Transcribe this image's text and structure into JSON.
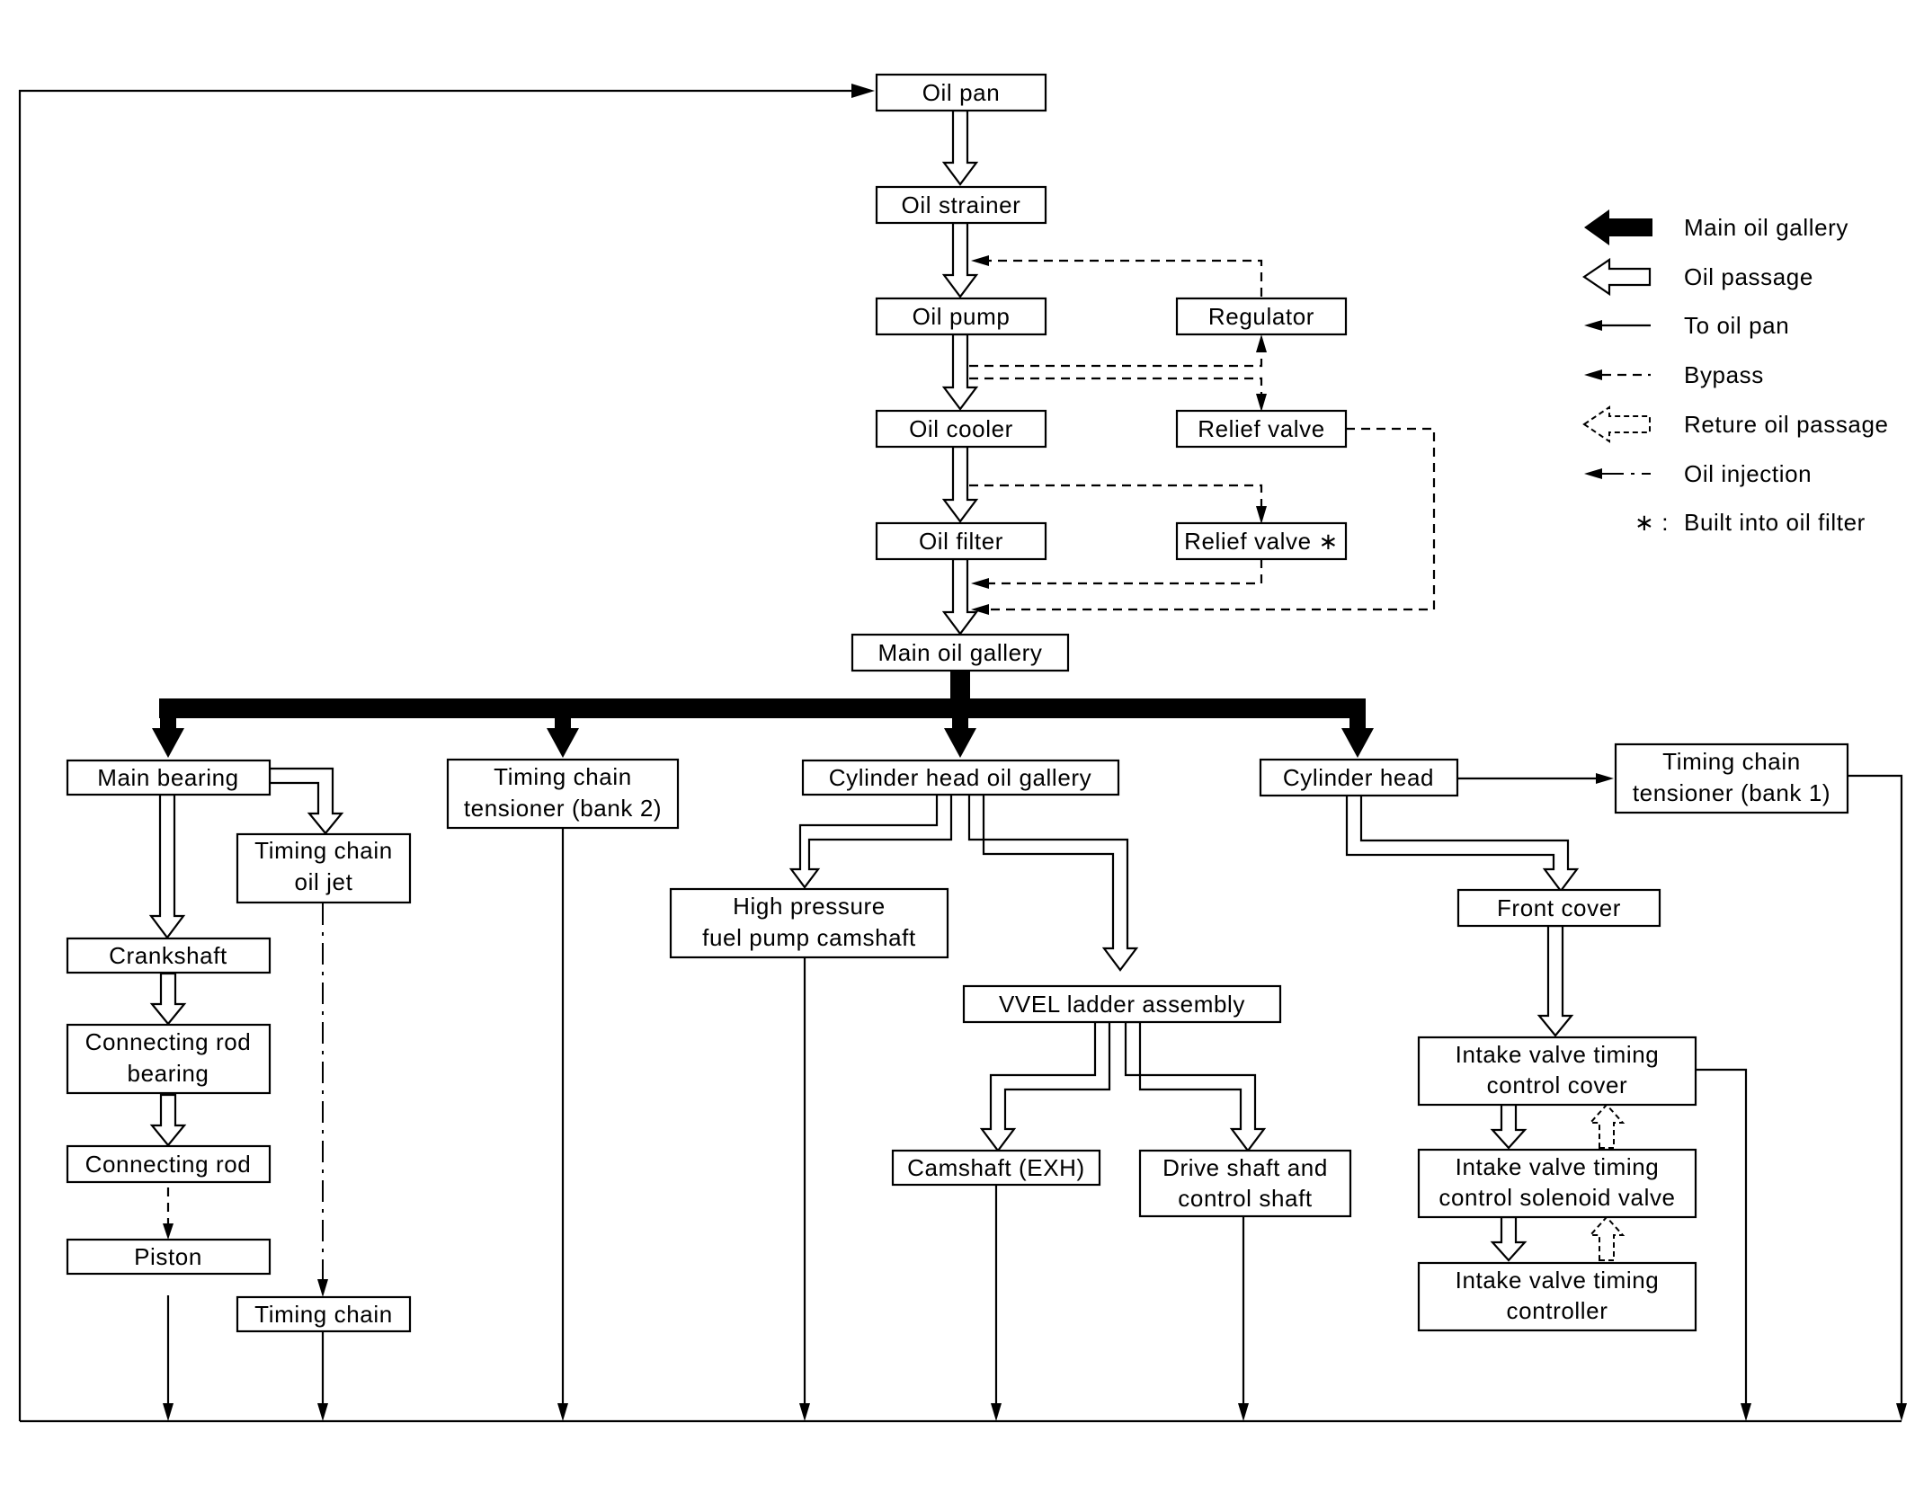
{
  "boxes": {
    "oil_pan": "Oil pan",
    "oil_strainer": "Oil strainer",
    "oil_pump": "Oil pump",
    "regulator": "Regulator",
    "oil_cooler": "Oil cooler",
    "relief_valve": "Relief valve",
    "oil_filter": "Oil filter",
    "relief_valve_star": "Relief valve ∗",
    "main_oil_gallery": "Main oil gallery",
    "main_bearing": "Main bearing",
    "timing_chain_oil_jet": [
      "Timing chain",
      "oil jet"
    ],
    "crankshaft": "Crankshaft",
    "connecting_rod_bearing": [
      "Connecting rod",
      "bearing"
    ],
    "connecting_rod": "Connecting rod",
    "piston": "Piston",
    "timing_chain": "Timing chain",
    "timing_chain_tensioner_bank2": [
      "Timing chain",
      "tensioner (bank 2)"
    ],
    "cylinder_head_oil_gallery": "Cylinder head oil gallery",
    "high_pressure_fuel_pump_camshaft": [
      "High pressure",
      "fuel pump camshaft"
    ],
    "vvel_ladder_assembly": "VVEL ladder assembly",
    "camshaft_exh": "Camshaft (EXH)",
    "drive_shaft_control_shaft": [
      "Drive shaft and",
      "control shaft"
    ],
    "cylinder_head": "Cylinder head",
    "timing_chain_tensioner_bank1": [
      "Timing chain",
      "tensioner (bank 1)"
    ],
    "front_cover": "Front cover",
    "ivtc_cover": [
      "Intake valve timing",
      "control cover"
    ],
    "ivtc_solenoid_valve": [
      "Intake valve timing",
      "control solenoid valve"
    ],
    "ivt_controller": [
      "Intake valve timing",
      "controller"
    ]
  },
  "legend": {
    "main_oil_gallery": "Main oil gallery",
    "oil_passage": "Oil passage",
    "to_oil_pan": "To oil pan",
    "bypass": "Bypass",
    "return_oil_passage": "Reture oil passage",
    "oil_injection": "Oil injection",
    "note_symbol": "∗ :",
    "note_text": "Built into oil filter"
  }
}
